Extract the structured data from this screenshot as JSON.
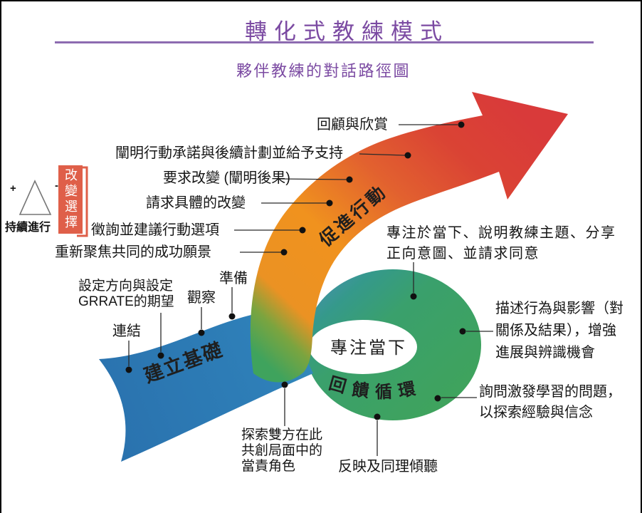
{
  "page": {
    "title": "轉化式教練模式",
    "subtitle": "夥伴教練的對話路徑圖"
  },
  "colors": {
    "title_purple": "#7b4aa2",
    "rule_purple": "#8d6bb0",
    "blue_band": "#2d7cb7",
    "orange_band": "#f0921e",
    "red_arrow": "#d93a3a",
    "green_ring": "#3fa35d",
    "teal_blend": "#35998b",
    "change_box": "#df5f49",
    "text_dark": "#161616"
  },
  "legend": {
    "plus": "+",
    "minus": "-",
    "continuous": "持續進行",
    "change_choice": "改變選擇"
  },
  "bands": {
    "foundation": "建立基礎",
    "action": "促進行動",
    "feedback": "回饋循環",
    "present": "專注當下"
  },
  "labels": [
    {
      "lines": [
        "回顧與欣賞"
      ]
    },
    {
      "lines": [
        "闡明行動承諾與後續計劃並給予支持"
      ]
    },
    {
      "lines": [
        "要求改變 (闡明後果)"
      ]
    },
    {
      "lines": [
        "請求具體的改變"
      ]
    },
    {
      "lines": [
        "徵詢並建議行動選項"
      ]
    },
    {
      "lines": [
        "重新聚焦共同的成功願景"
      ]
    },
    {
      "lines": [
        "準備"
      ]
    },
    {
      "lines": [
        "觀察"
      ]
    },
    {
      "lines": [
        "設定方向與設定",
        "GRRATE的期望"
      ]
    },
    {
      "lines": [
        "連結"
      ]
    },
    {
      "lines": [
        "專注於當下、說明教練主題、分享",
        "正向意圖、並請求同意"
      ]
    },
    {
      "lines": [
        "描述行為與影響（對",
        "關係及結果），增強",
        "進展與辨識機會"
      ]
    },
    {
      "lines": [
        "詢問激發學習的問題，",
        "以探索經驗與信念"
      ]
    },
    {
      "lines": [
        "反映及同理傾聽"
      ]
    },
    {
      "lines": [
        "探索雙方在此",
        "共創局面中的",
        "當責角色"
      ]
    }
  ]
}
